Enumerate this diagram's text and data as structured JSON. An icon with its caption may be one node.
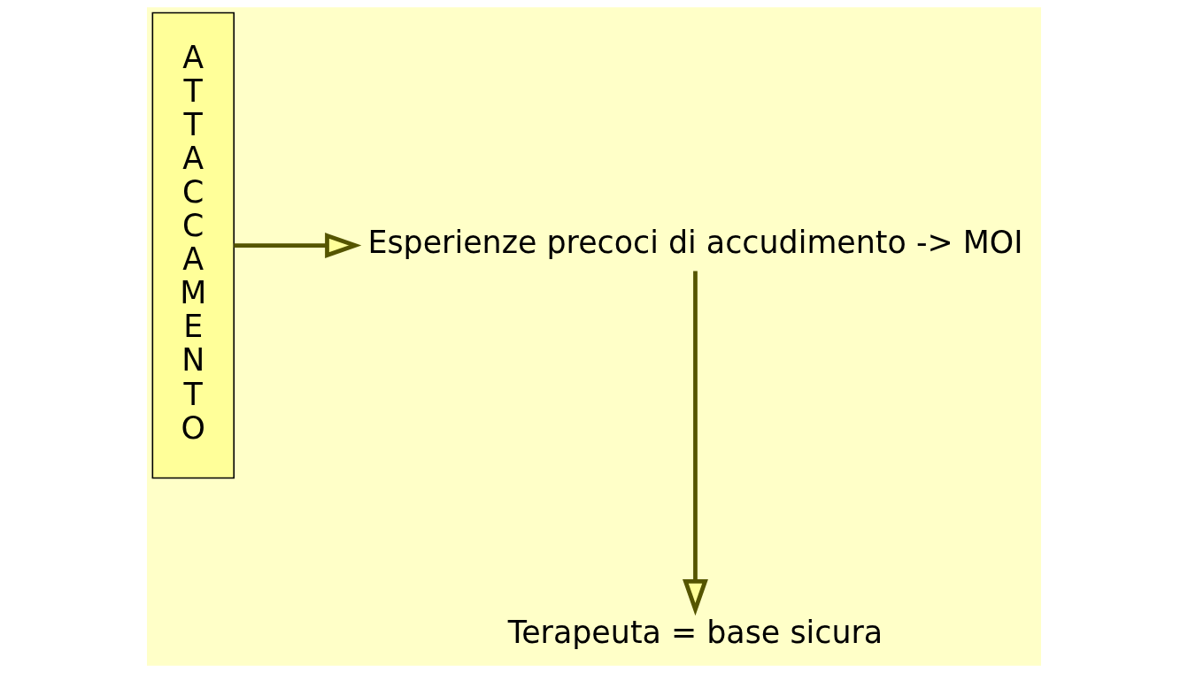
{
  "diagram": {
    "nodes": [
      {
        "text": [
          "ATTACCAMENTO"
        ]
      },
      {
        "text": [
          "Esperienze precoci di accudimento -> MOI"
        ]
      },
      {
        "text": [
          "Terapeuta = base sicura"
        ]
      }
    ],
    "edges": [
      {
        "from": 0,
        "to": 1,
        "arrow": "to"
      },
      {
        "from": 1,
        "to": 2,
        "arrow": "to"
      }
    ]
  }
}
